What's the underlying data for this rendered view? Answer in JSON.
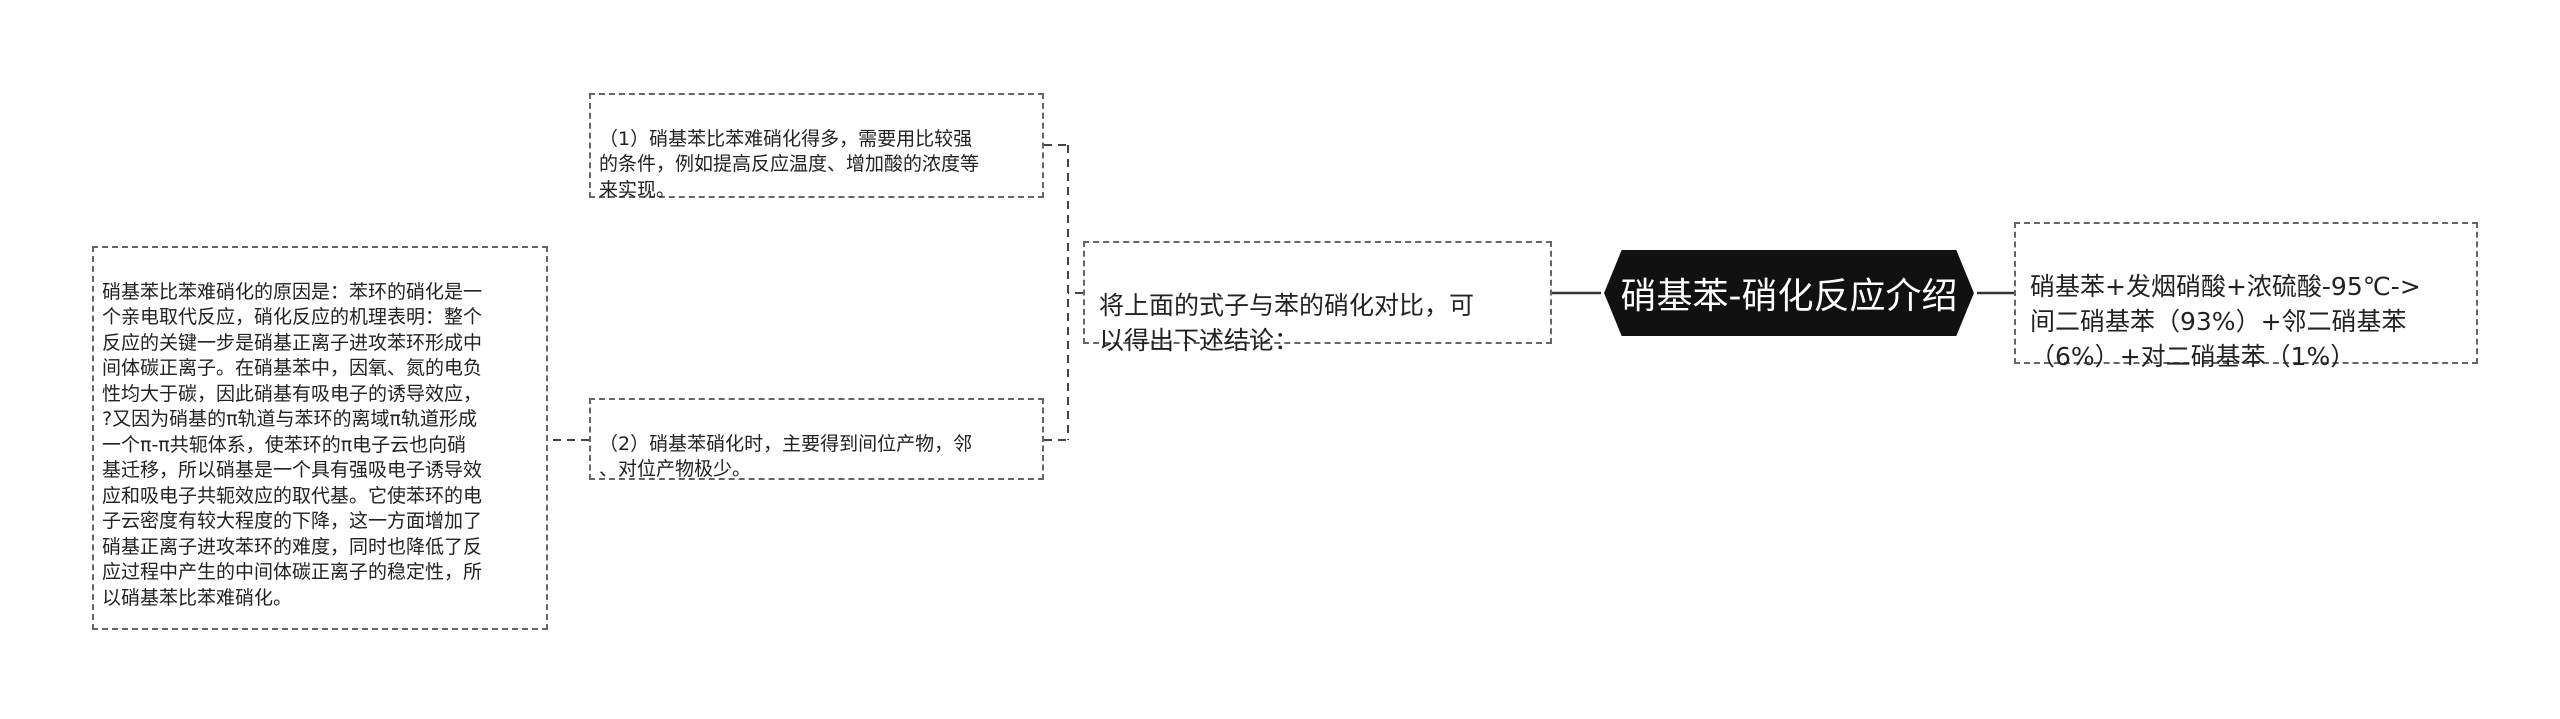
{
  "root": {
    "label": "硝基苯-硝化反应介绍"
  },
  "right": {
    "text": "硝基苯+发烟硝酸+浓硫酸-95℃->\n间二硝基苯（93%）+邻二硝基苯\n（6%）+对二硝基苯（1%）"
  },
  "left": {
    "text": "将上面的式子与苯的硝化对比，可\n以得出下述结论："
  },
  "points": [
    {
      "text": "（1）硝基苯比苯难硝化得多，需要用比较强\n的条件，例如提高反应温度、增加酸的浓度等\n来实现。"
    },
    {
      "text": "（2）硝基苯硝化时，主要得到间位产物，邻\n、对位产物极少。"
    }
  ],
  "reason": {
    "text": "硝基苯比苯难硝化的原因是：苯环的硝化是一\n个亲电取代反应，硝化反应的机理表明：整个\n反应的关键一步是硝基正离子进攻苯环形成中\n间体碳正离子。在硝基苯中，因氧、氮的电负\n性均大于碳，因此硝基有吸电子的诱导效应，\n?又因为硝基的π轨道与苯环的离域π轨道形成\n一个π-π共轭体系，使苯环的π电子云也向硝\n基迁移，所以硝基是一个具有强吸电子诱导效\n应和吸电子共轭效应的取代基。它使苯环的电\n子云密度有较大程度的下降，这一方面增加了\n硝基正离子进攻苯环的难度，同时也降低了反\n应过程中产生的中间体碳正离子的稳定性，所\n以硝基苯比苯难硝化。"
  },
  "colors": {
    "root_fill": "#111111",
    "root_text": "#ffffff",
    "border": "#666666",
    "connector": "#333333"
  }
}
